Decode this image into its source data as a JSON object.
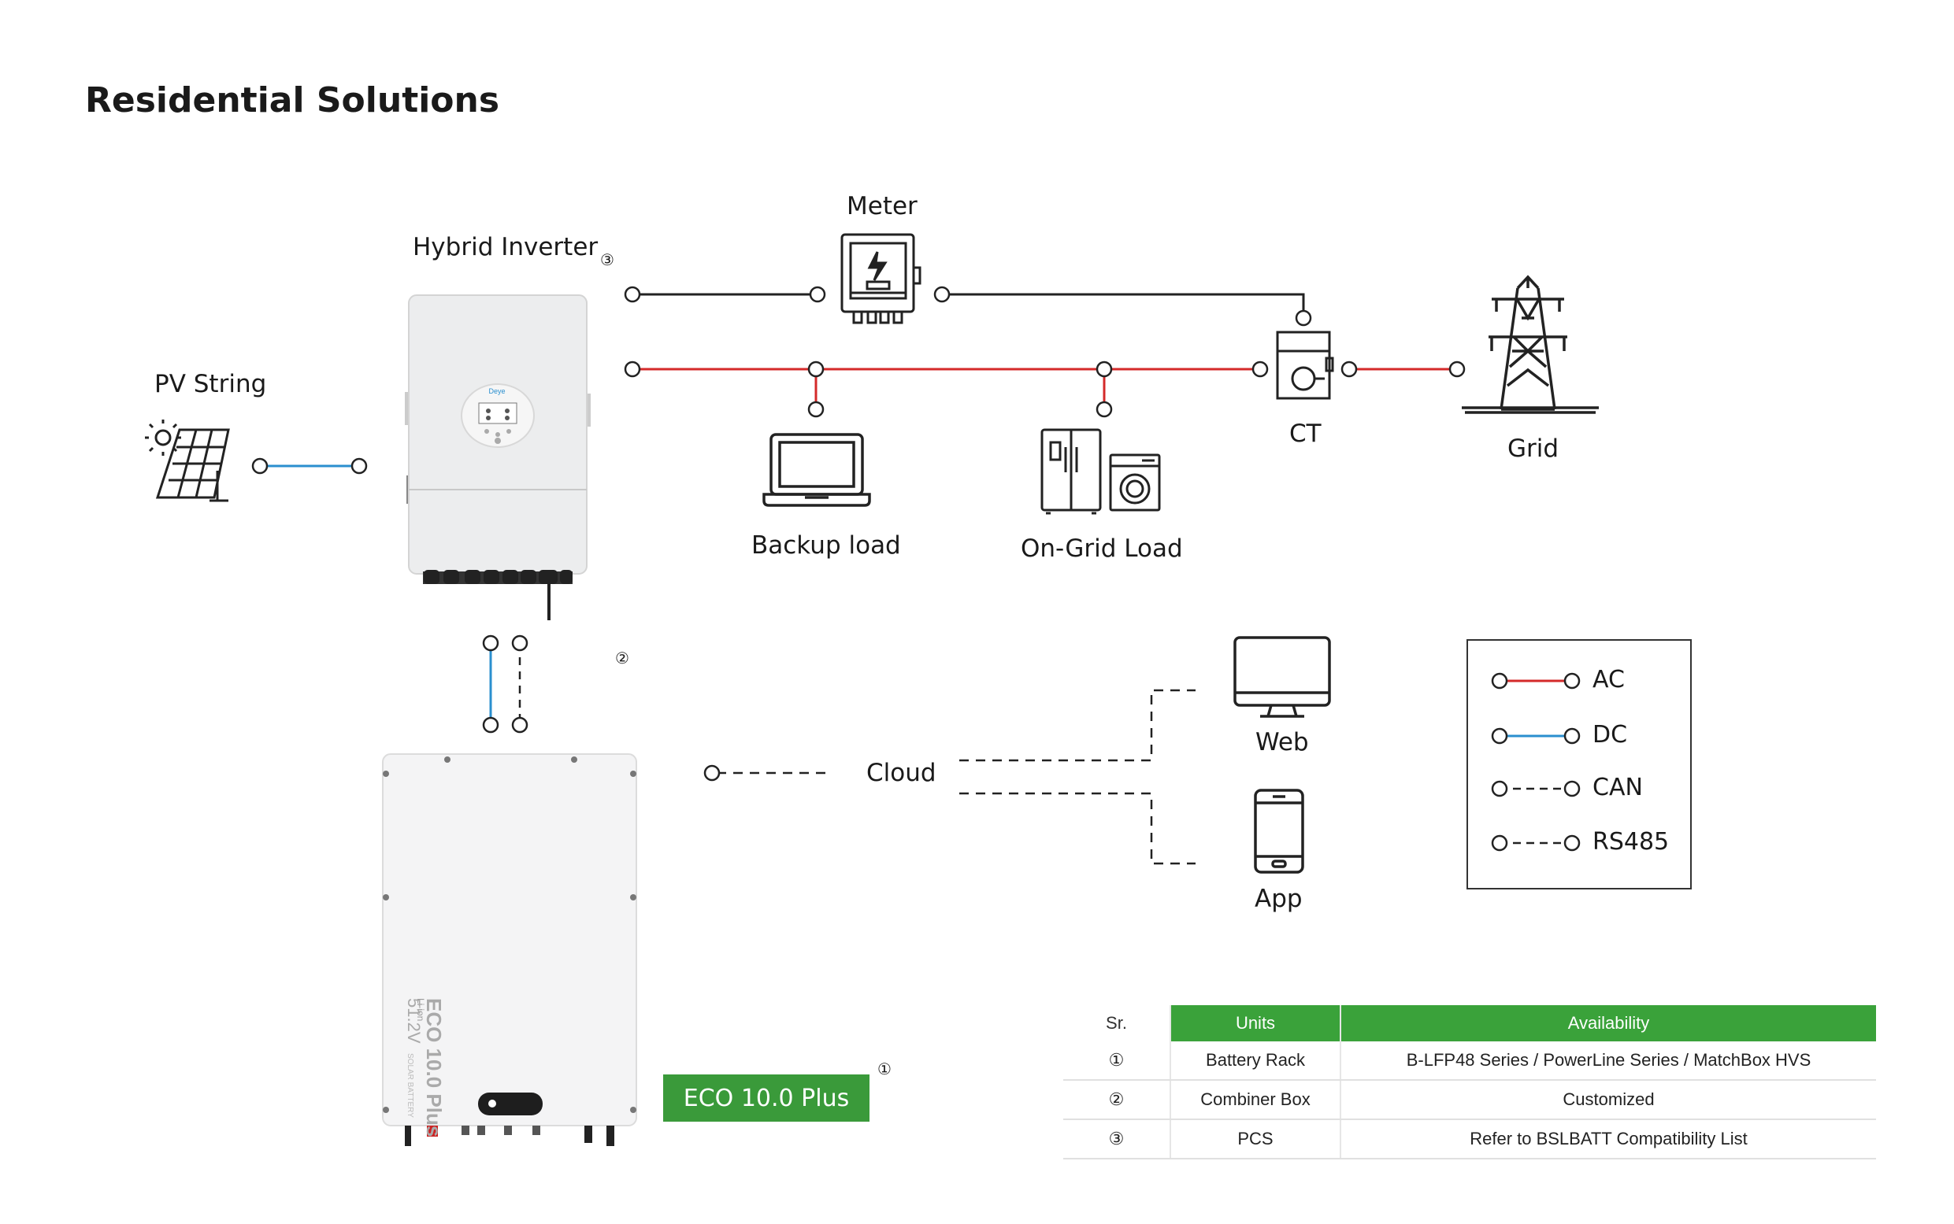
{
  "title": "Residential Solutions",
  "labels": {
    "pv_string": "PV String",
    "hybrid_inverter": "Hybrid Inverter",
    "meter": "Meter",
    "ct": "CT",
    "grid": "Grid",
    "backup_load": "Backup load",
    "on_grid_load": "On-Grid Load",
    "cloud": "Cloud",
    "web": "Web",
    "app": "App",
    "marker_3": "③",
    "marker_2": "②",
    "marker_1": "①"
  },
  "battery": {
    "badge": "ECO 10.0 Plus",
    "side_model": "ECO 10.0 Plus",
    "side_voltage": "51.2V",
    "side_chem": "Li-ion",
    "side_sub": "SOLAR BATTERY"
  },
  "inverter_brand": "Deye",
  "legend": [
    {
      "label": "AC",
      "color": "#d42a2a",
      "style": "solid"
    },
    {
      "label": "DC",
      "color": "#2a8fcf",
      "style": "solid"
    },
    {
      "label": "CAN",
      "color": "#333333",
      "style": "dashed"
    },
    {
      "label": "RS485",
      "color": "#333333",
      "style": "dashed"
    }
  ],
  "colors": {
    "ac": "#d42a2a",
    "dc": "#2a8fcf",
    "comm": "#222222",
    "accent_green": "#3aa23a"
  },
  "table": {
    "headers": {
      "sr": "Sr.",
      "units": "Units",
      "availability": "Availability"
    },
    "rows": [
      {
        "sr": "①",
        "units": "Battery Rack",
        "availability": "B-LFP48 Series / PowerLine Series / MatchBox HVS"
      },
      {
        "sr": "②",
        "units": "Combiner Box",
        "availability": "Customized"
      },
      {
        "sr": "③",
        "units": "PCS",
        "availability": "Refer to BSLBATT Compatibility List"
      }
    ]
  }
}
